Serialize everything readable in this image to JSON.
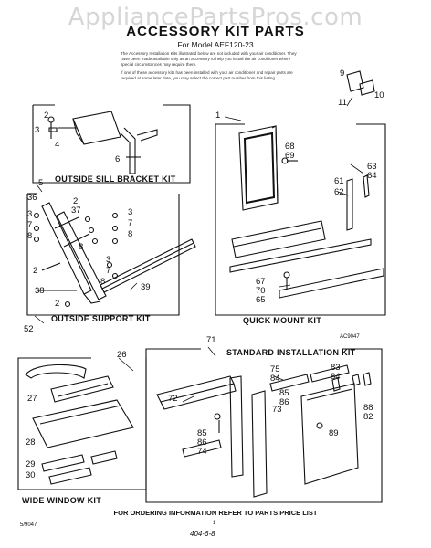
{
  "watermark": "AppliancePartsPros.com",
  "header": {
    "title": "ACCESSORY KIT PARTS",
    "model": "For Model AEF120-23"
  },
  "intro": {
    "p1": "The Accessory Installation Kits illustrated below are not included with your air conditioner. They have been made available only as an accessory to help you install the air conditioner where special circumstances may require them.",
    "p2": "If one of these accessory kits has been installed with your air conditioner and repair parts are required at some later date, you may select the correct part number from this listing."
  },
  "kits": {
    "sill": "OUTSIDE SILL BRACKET KIT",
    "support": "OUTSIDE SUPPORT KIT",
    "quick": "QUICK MOUNT KIT",
    "standard": "STANDARD INSTALLATION KIT",
    "wide": "WIDE WINDOW KIT"
  },
  "codes": {
    "ac": "AC9047",
    "form": "5/9047",
    "page": "1",
    "handwritten": "404-6-8"
  },
  "footer": "FOR ORDERING INFORMATION REFER TO PARTS PRICE LIST",
  "callouts": {
    "c1": "1",
    "c2": "2",
    "c3": "3",
    "c4": "4",
    "c5": "5",
    "c6": "6",
    "c7": "7",
    "c8": "8",
    "c9": "9",
    "c10": "10",
    "c11": "11",
    "c26": "26",
    "c27": "27",
    "c28": "28",
    "c29": "29",
    "c30": "30",
    "c36": "36",
    "c37": "37",
    "c38": "38",
    "c39": "39",
    "c52": "52",
    "c61": "61",
    "c62": "62",
    "c63": "63",
    "c64": "64",
    "c65": "65",
    "c67": "67",
    "c68": "68",
    "c69": "69",
    "c70": "70",
    "c71": "71",
    "c72": "72",
    "c73": "73",
    "c74": "74",
    "c75": "75",
    "c82": "82",
    "c83": "83",
    "c84": "84",
    "c85": "85",
    "c86": "86",
    "c88": "88",
    "c89": "89"
  }
}
